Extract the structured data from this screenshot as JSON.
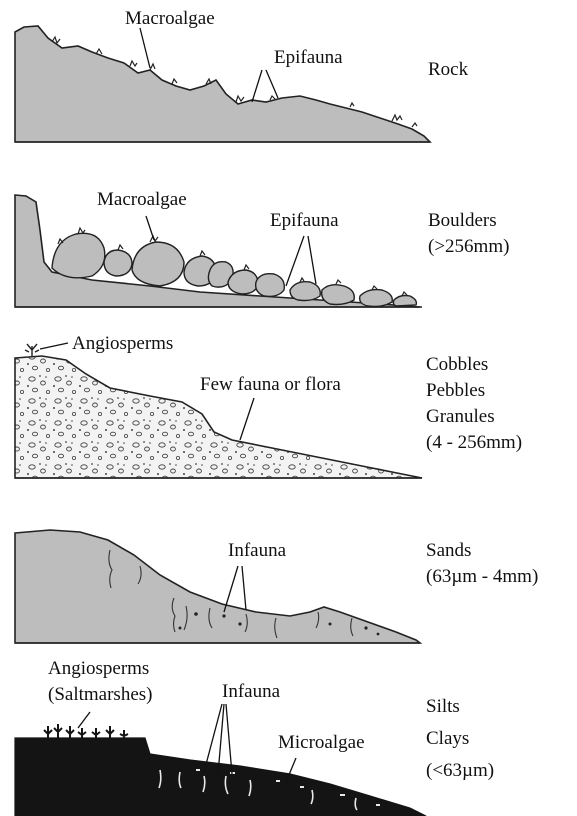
{
  "panels": [
    {
      "id": "rock",
      "labels": {
        "macroalgae": "Macroalgae",
        "epifauna": "Epifauna"
      },
      "substrate": [
        "Rock"
      ]
    },
    {
      "id": "boulders",
      "labels": {
        "macroalgae": "Macroalgae",
        "epifauna": "Epifauna"
      },
      "substrate": [
        "Boulders",
        "(>256mm)"
      ]
    },
    {
      "id": "cobbles",
      "labels": {
        "angiosperms": "Angiosperms",
        "few": "Few fauna or flora"
      },
      "substrate": [
        "Cobbles",
        "Pebbles",
        "Granules",
        "(4 - 256mm)"
      ]
    },
    {
      "id": "sands",
      "labels": {
        "infauna": "Infauna"
      },
      "substrate": [
        "Sands",
        "(63µm - 4mm)"
      ]
    },
    {
      "id": "silts",
      "labels": {
        "angiosperms": "Angiosperms",
        "saltmarshes": "(Saltmarshes)",
        "infauna": "Infauna",
        "microalgae": "Microalgae"
      },
      "substrate": [
        "Silts",
        "Clays",
        "(<63µm)"
      ]
    }
  ],
  "colors": {
    "sediment_grey": "#bdbdbd",
    "silt_black": "#141414",
    "ink": "#111111"
  }
}
